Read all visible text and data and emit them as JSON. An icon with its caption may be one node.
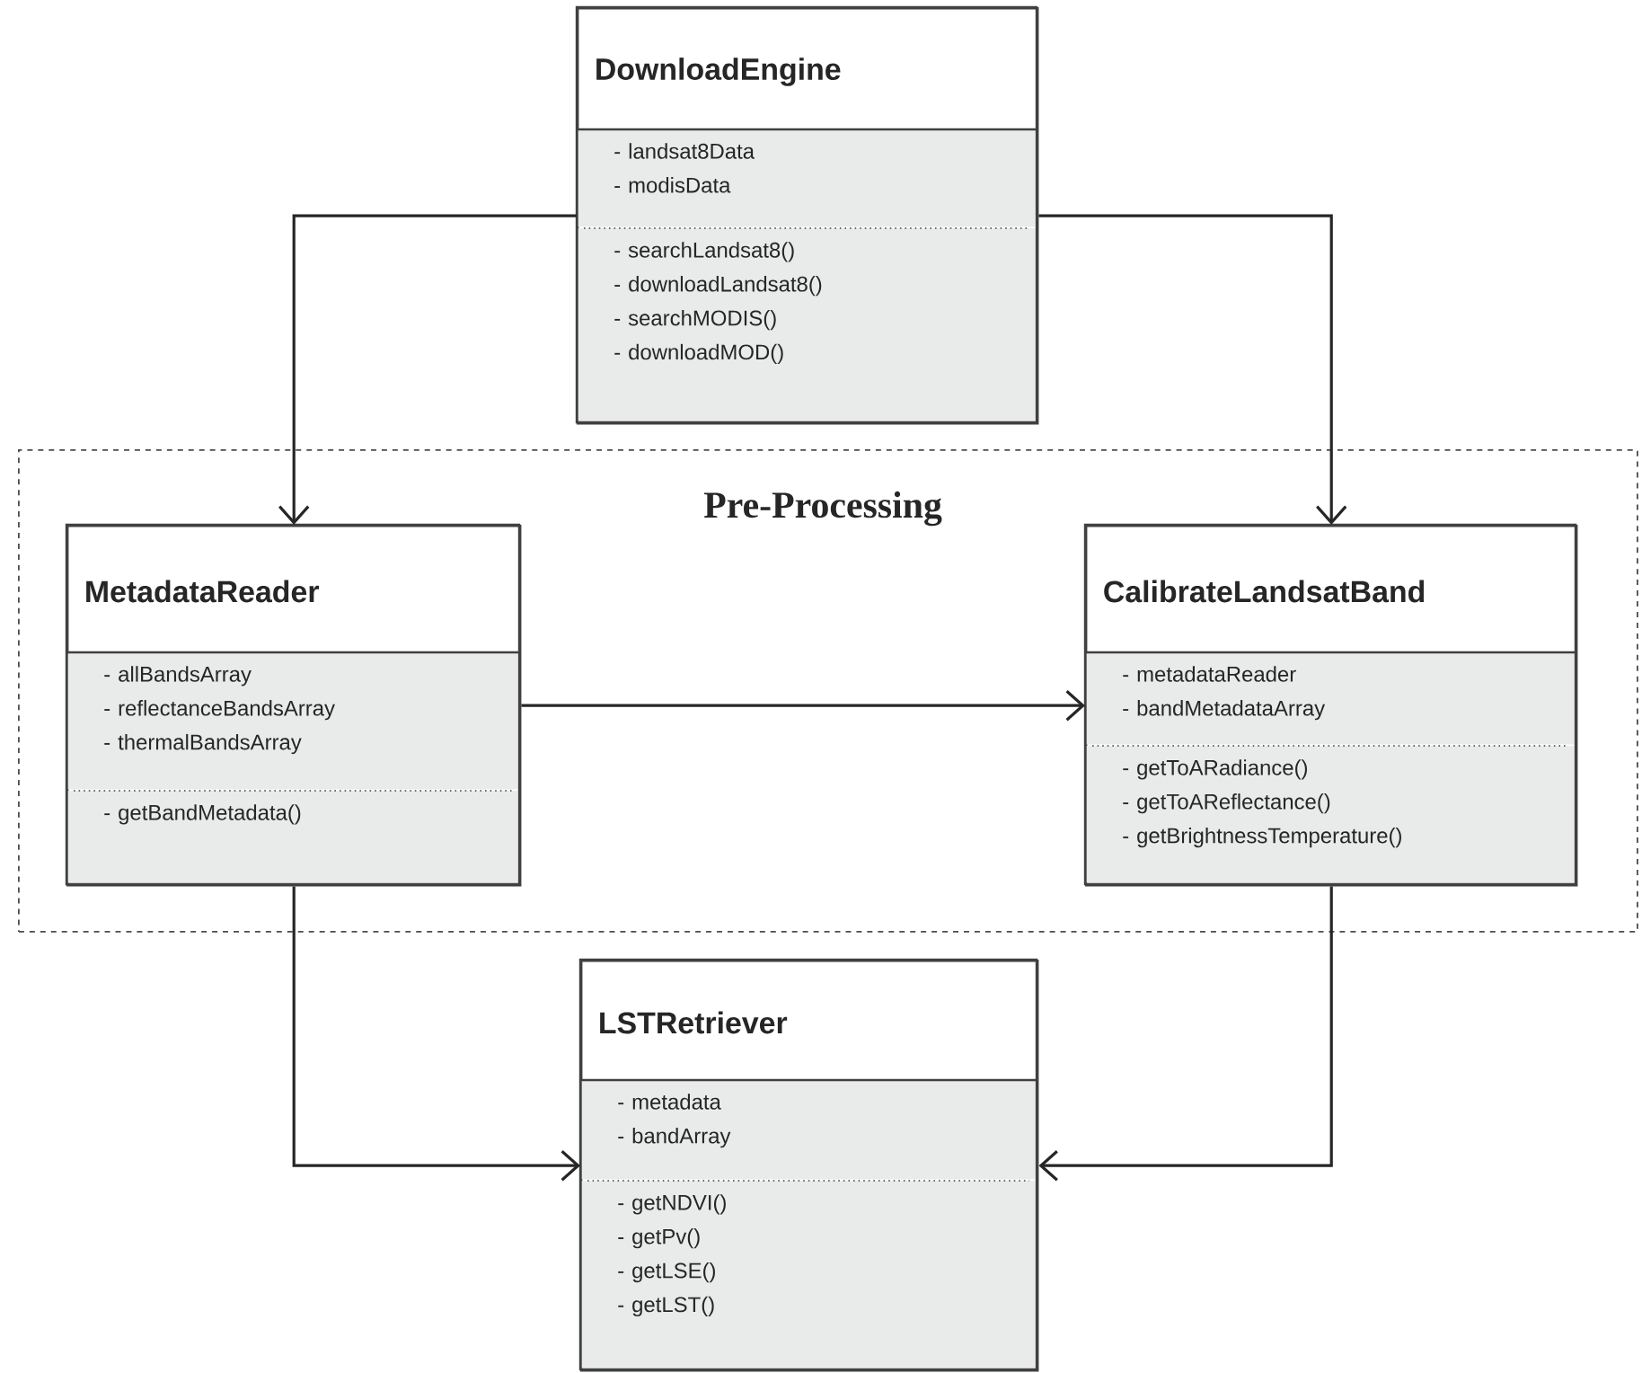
{
  "diagram": {
    "nodes": [
      {
        "text": [
          "DownloadEngine"
        ]
      },
      {
        "text": [
          "- landsat8Data",
          "- modisData"
        ],
        "in": 0
      },
      {
        "text": [
          "- searchLandsat8()",
          "- downloadLandsat8()",
          "- searchMODIS()",
          "- downloadMOD()"
        ],
        "in": 0
      },
      {
        "text": [
          "Pre-Processing"
        ]
      },
      {
        "text": [
          "MetadataReader"
        ],
        "in": 3
      },
      {
        "text": [
          "- allBandsArray",
          "- reflectanceBandsArray",
          "- thermalBandsArray"
        ],
        "in": 4
      },
      {
        "text": [
          "- getBandMetadata()"
        ],
        "in": 4
      },
      {
        "text": [
          "CalibrateLandsatBand"
        ],
        "in": 3
      },
      {
        "text": [
          "- metadataReader",
          "- bandMetadataArray"
        ],
        "in": 7
      },
      {
        "text": [
          "- getToARadiance()",
          "- getToAReflectance()",
          "- getBrightnessTemperature()"
        ],
        "in": 7
      },
      {
        "text": [
          "LSTRetriever"
        ]
      },
      {
        "text": [
          "- metadata",
          "- bandArray"
        ],
        "in": 10
      },
      {
        "text": [
          "- getNDVI()",
          "- getPv()",
          "- getLSE()",
          "- getLST()"
        ],
        "in": 10
      }
    ],
    "edges": [
      {
        "from": 0,
        "to": 4,
        "arrow": "to"
      },
      {
        "from": 0,
        "to": 7,
        "arrow": "to"
      },
      {
        "from": 4,
        "to": 7,
        "arrow": "to"
      },
      {
        "from": 4,
        "to": 10,
        "arrow": "to"
      },
      {
        "from": 7,
        "to": 10,
        "arrow": "to"
      }
    ]
  }
}
